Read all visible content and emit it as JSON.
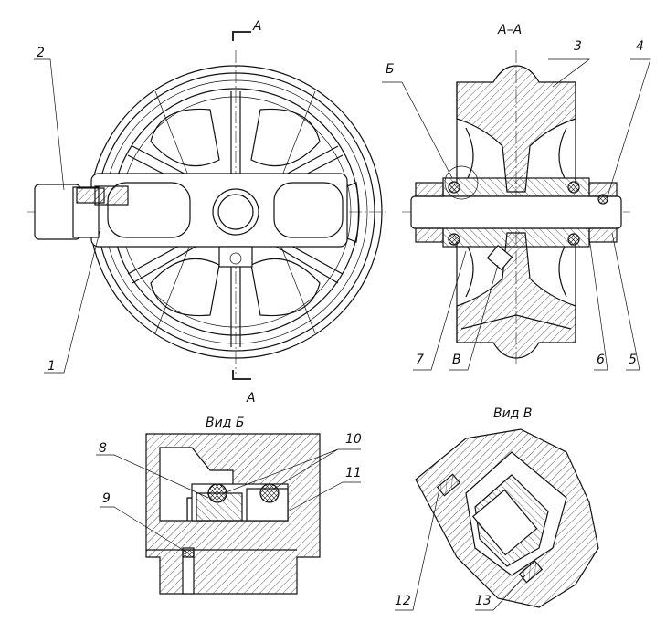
{
  "section_marks": {
    "top": "A",
    "bottom": "A"
  },
  "titles": {
    "section": "А–А",
    "view_b": "Вид Б",
    "view_v": "Вид В"
  },
  "labels": {
    "n1": "1",
    "n2": "2",
    "n3": "3",
    "n4": "4",
    "n5": "5",
    "n6": "6",
    "n7": "7",
    "n8": "8",
    "n9": "9",
    "n10": "10",
    "n11": "11",
    "n12": "12",
    "n13": "13",
    "b_mark": "Б",
    "v_mark": "В"
  }
}
